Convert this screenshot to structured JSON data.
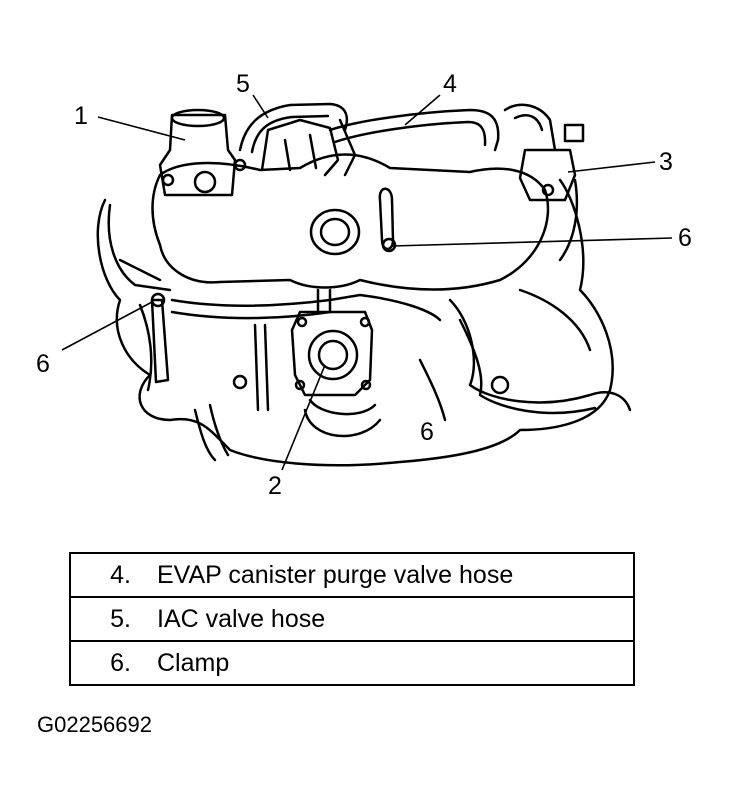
{
  "callouts": {
    "c1": "1",
    "c2": "2",
    "c3": "3",
    "c4": "4",
    "c5": "5",
    "c6a": "6",
    "c6b": "6",
    "c6c": "6"
  },
  "legend": [
    {
      "num": "4.",
      "label": "EVAP canister purge valve hose"
    },
    {
      "num": "5.",
      "label": "IAC valve hose"
    },
    {
      "num": "6.",
      "label": "Clamp"
    }
  ],
  "figure_id": "G02256692"
}
